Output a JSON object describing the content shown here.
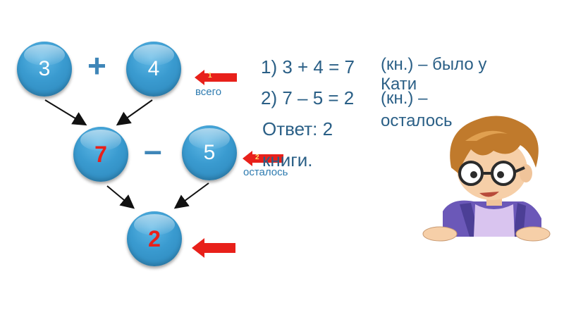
{
  "diagram": {
    "node_a": "3",
    "node_b": "4",
    "node_sum": "7",
    "node_c": "5",
    "node_result": "2",
    "op_plus": "+",
    "op_minus": "–",
    "label_total": "всего",
    "label_left": "осталось",
    "arrow1_badge": "1",
    "arrow2_badge": "2"
  },
  "solution": {
    "step1": "1) 3 + 4 = 7",
    "step1_note": "(кн.) – было у Кати",
    "step2": "2) 7 – 5 = 2",
    "step2_note": "(кн.) – осталось",
    "answer": "Ответ: 2 книги."
  },
  "colors": {
    "bubble": "#3a9bd0",
    "accent_red": "#e8201a",
    "text_blue": "#2a5f86"
  }
}
